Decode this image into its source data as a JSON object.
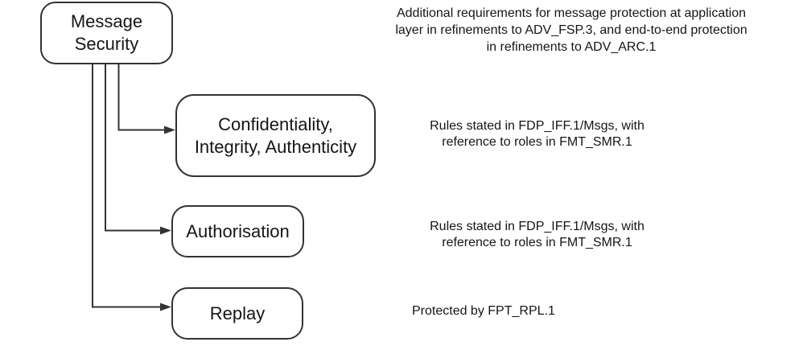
{
  "diagram": {
    "root": {
      "label": "Message\nSecurity",
      "note": "Additional requirements for message protection at application\nlayer in refinements to ADV_FSP.3, and end-to-end protection\nin refinements to ADV_ARC.1"
    },
    "children": [
      {
        "label": "Confidentiality,\nIntegrity, Authenticity",
        "note": "Rules stated in FDP_IFF.1/Msgs, with\nreference to roles in FMT_SMR.1"
      },
      {
        "label": "Authorisation",
        "note": "Rules stated in FDP_IFF.1/Msgs, with\nreference to roles in FMT_SMR.1"
      },
      {
        "label": "Replay",
        "note": "Protected by FPT_RPL.1"
      }
    ]
  },
  "colors": {
    "background": "#ffffff",
    "box_border": "#333333",
    "connector_line": "#333333",
    "text": "#151515"
  }
}
